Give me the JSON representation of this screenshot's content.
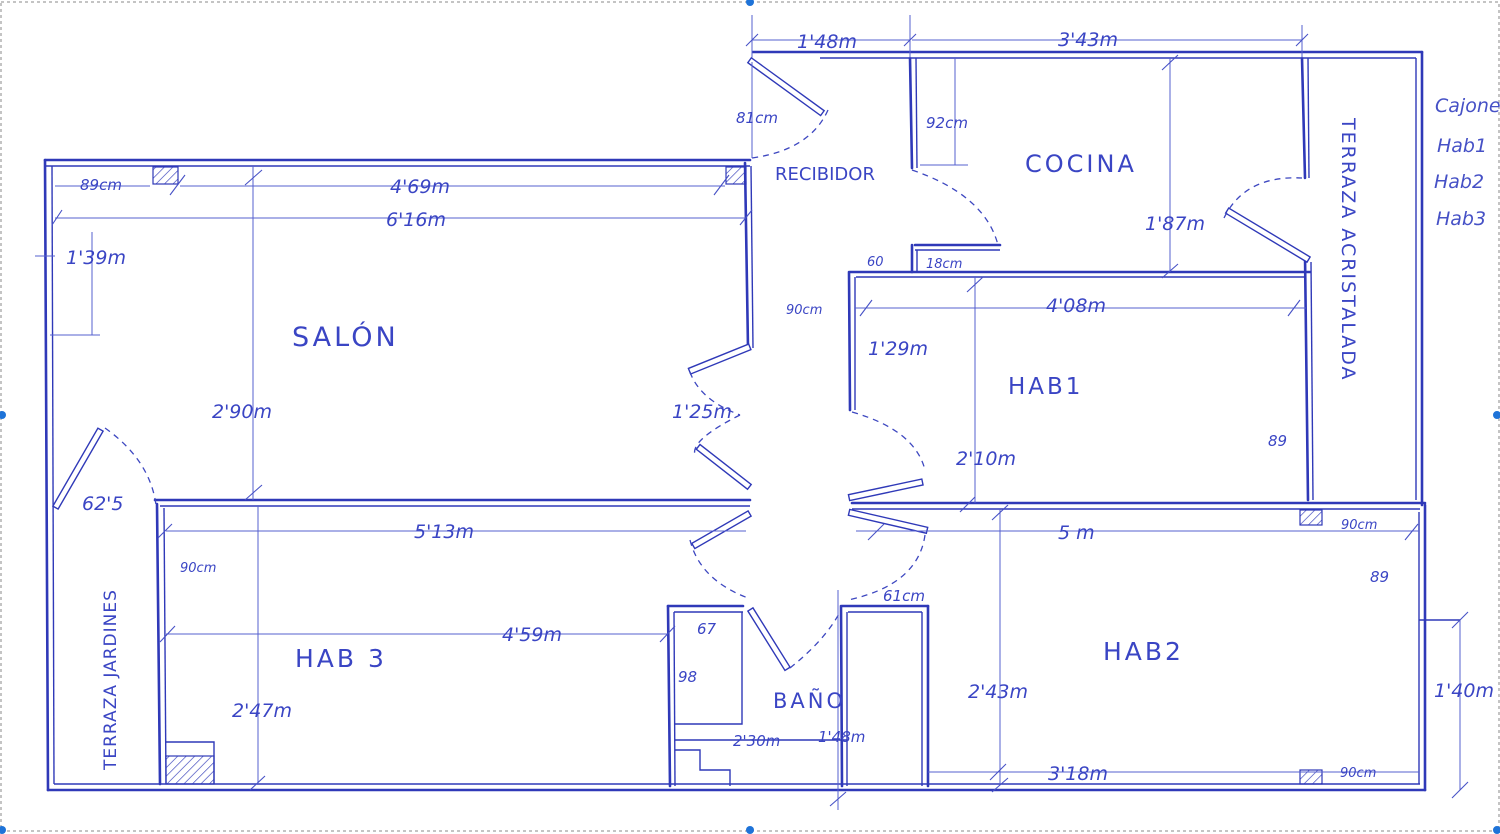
{
  "rooms": {
    "salon": "SALÓN",
    "cocina": "COCINA",
    "recibidor": "RECIBIDOR",
    "hab1": "HAB1",
    "hab2": "HAB2",
    "hab3": "HAB 3",
    "bano": "BAÑO",
    "terraza_acristalada": "TERRAZA ACRISTALADA",
    "terraza_jardines": "TERRAZA JARDINES"
  },
  "dimensions": {
    "d_148_top": "1'48m",
    "d_343": "3'43m",
    "d_81": "81cm",
    "d_92": "92cm",
    "d_89cm": "89cm",
    "d_469": "4'69m",
    "d_616": "6'16m",
    "d_139": "1'39m",
    "d_187": "1'87m",
    "d_60": "60",
    "d_18": "18cm",
    "d_90_hall": "90cm",
    "d_408": "4'08m",
    "d_129": "1'29m",
    "d_290": "2'90m",
    "d_125": "1'25m",
    "d_89_hab1": "89",
    "d_210": "2'10m",
    "d_625": "62'5",
    "d_513": "5'13m",
    "d_5m": "5 m",
    "d_90_hab2": "90cm",
    "d_89_hab2": "89",
    "d_90_hab3": "90cm",
    "d_459": "4'59m",
    "d_61": "61cm",
    "d_67": "67",
    "d_98": "98",
    "d_247": "2'47m",
    "d_243": "2'43m",
    "d_140": "1'40m",
    "d_230": "2'30m",
    "d_148_bath": "1'48m",
    "d_318": "3'18m",
    "d_90_bottom": "90cm"
  },
  "legend": [
    "Cajone",
    "Hab1",
    "Hab2",
    "Hab3"
  ],
  "colors": {
    "ink": "#2f39b8",
    "handle": "#1e73d8",
    "frame": "#8a8a8a"
  }
}
